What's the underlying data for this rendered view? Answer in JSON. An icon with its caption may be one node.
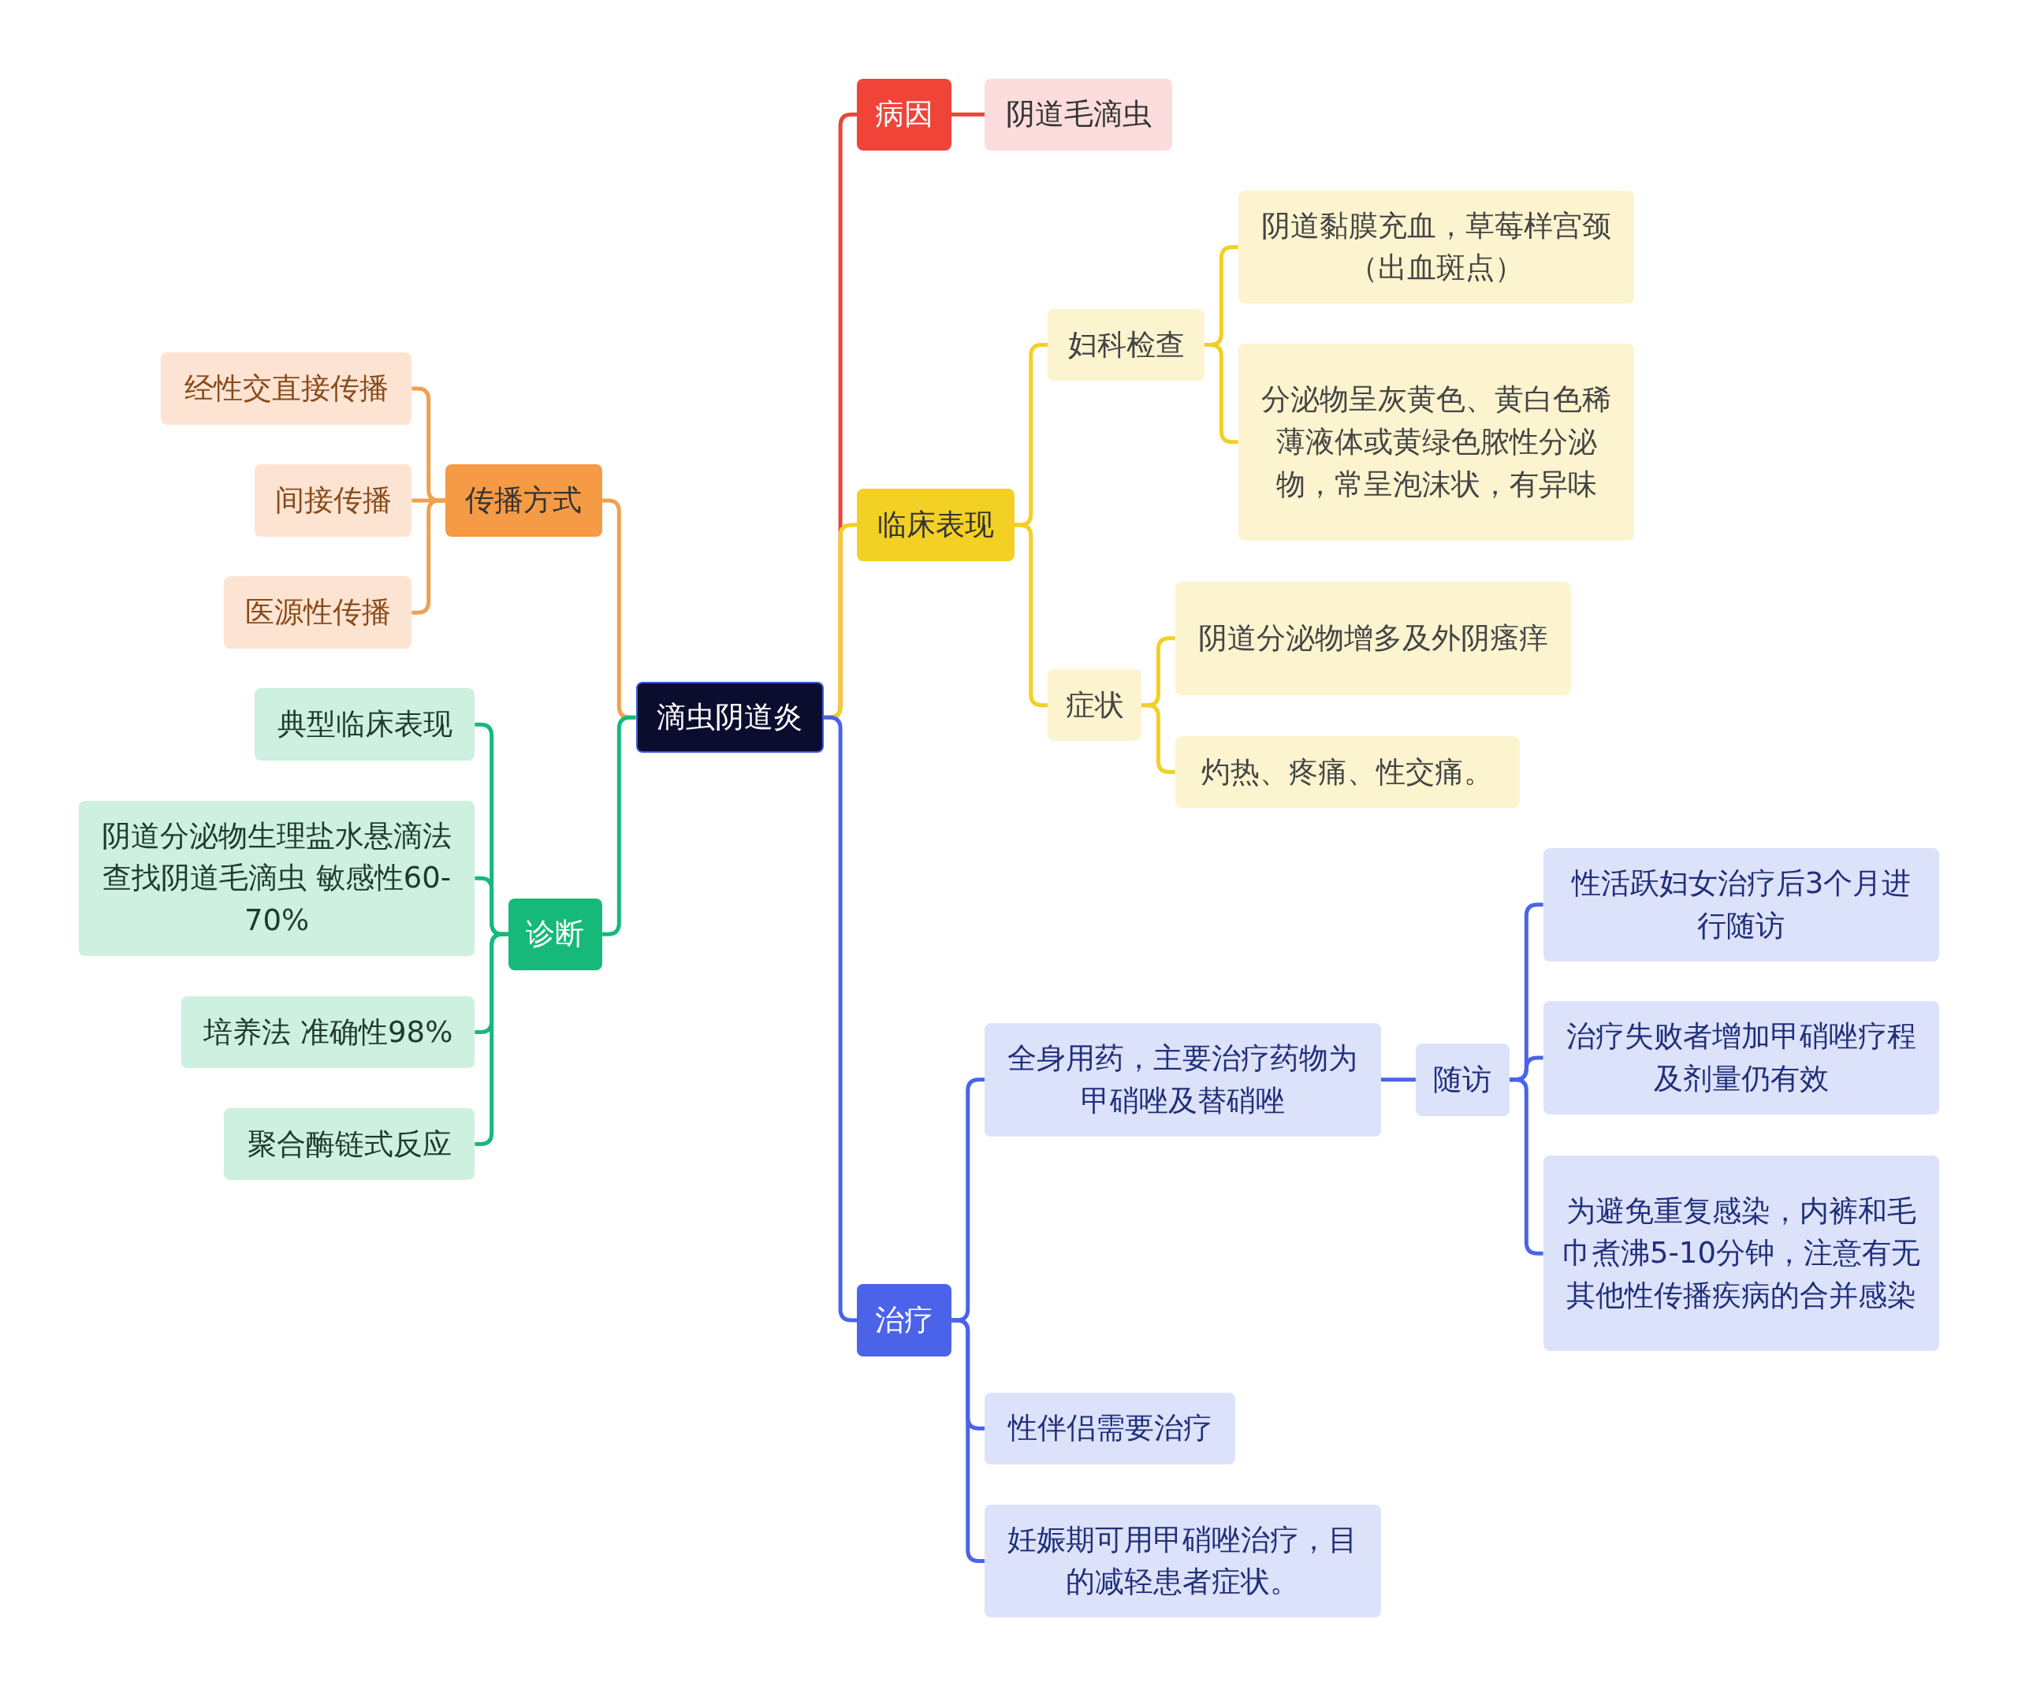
{
  "diagram": {
    "nodes": [
      {
        "text": [
          "滴虫阴道炎"
        ]
      },
      {
        "text": [
          "病因"
        ]
      },
      {
        "text": [
          "阴道毛滴虫"
        ]
      },
      {
        "text": [
          "临床表现"
        ]
      },
      {
        "text": [
          "妇科检查"
        ]
      },
      {
        "text": [
          "阴道黏膜充血，草莓样宫颈（出血斑点）"
        ]
      },
      {
        "text": [
          "分泌物呈灰黄色、黄白色稀薄液体或黄绿色脓性分泌物，常呈泡沫状，有异味"
        ]
      },
      {
        "text": [
          "症状"
        ]
      },
      {
        "text": [
          "阴道分泌物增多及外阴瘙痒"
        ]
      },
      {
        "text": [
          "灼热、疼痛、性交痛。"
        ]
      },
      {
        "text": [
          "治疗"
        ]
      },
      {
        "text": [
          "全身用药，主要治疗药物为甲硝唑及替硝唑"
        ]
      },
      {
        "text": [
          "随访"
        ]
      },
      {
        "text": [
          "性活跃妇女治疗后3个月进行随访"
        ]
      },
      {
        "text": [
          "治疗失败者增加甲硝唑疗程及剂量仍有效"
        ]
      },
      {
        "text": [
          "为避免重复感染，内裤和毛巾煮沸5-10分钟，注意有无其他性传播疾病的合并感染"
        ]
      },
      {
        "text": [
          "性伴侣需要治疗"
        ]
      },
      {
        "text": [
          "妊娠期可用甲硝唑治疗，目的减轻患者症状。"
        ]
      },
      {
        "text": [
          "传播方式"
        ]
      },
      {
        "text": [
          "经性交直接传播"
        ]
      },
      {
        "text": [
          "间接传播"
        ]
      },
      {
        "text": [
          "医源性传播"
        ]
      },
      {
        "text": [
          "诊断"
        ]
      },
      {
        "text": [
          "典型临床表现"
        ]
      },
      {
        "text": [
          "阴道分泌物生理盐水悬滴法查找阴道毛滴虫 敏感性60-70%"
        ]
      },
      {
        "text": [
          "培养法 准确性98%"
        ]
      },
      {
        "text": [
          "聚合酶链式反应"
        ]
      }
    ],
    "edges": [
      {
        "from": 0,
        "to": 1,
        "arrow": "none",
        "color": "#e8463a"
      },
      {
        "from": 1,
        "to": 2,
        "arrow": "none",
        "color": "#e8463a"
      },
      {
        "from": 0,
        "to": 3,
        "arrow": "none",
        "color": "#f2d024"
      },
      {
        "from": 3,
        "to": 4,
        "arrow": "none",
        "color": "#f2d024"
      },
      {
        "from": 4,
        "to": 5,
        "arrow": "none",
        "color": "#f2d024"
      },
      {
        "from": 4,
        "to": 6,
        "arrow": "none",
        "color": "#f2d024"
      },
      {
        "from": 3,
        "to": 7,
        "arrow": "none",
        "color": "#f2d024"
      },
      {
        "from": 7,
        "to": 8,
        "arrow": "none",
        "color": "#f2d024"
      },
      {
        "from": 7,
        "to": 9,
        "arrow": "none",
        "color": "#f2d024"
      },
      {
        "from": 0,
        "to": 10,
        "arrow": "none"
      },
      {
        "from": 10,
        "to": 11,
        "arrow": "none"
      },
      {
        "from": 11,
        "to": 12,
        "arrow": "none"
      },
      {
        "from": 12,
        "to": 13,
        "arrow": "none"
      },
      {
        "from": 12,
        "to": 14,
        "arrow": "none"
      },
      {
        "from": 12,
        "to": 15,
        "arrow": "none"
      },
      {
        "from": 10,
        "to": 16,
        "arrow": "none"
      },
      {
        "from": 10,
        "to": 17,
        "arrow": "none"
      },
      {
        "from": 0,
        "to": 18,
        "arrow": "none",
        "color": "#f0a050"
      },
      {
        "from": 18,
        "to": 19,
        "arrow": "none",
        "color": "#f0a050"
      },
      {
        "from": 18,
        "to": 20,
        "arrow": "none",
        "color": "#f0a050"
      },
      {
        "from": 18,
        "to": 21,
        "arrow": "none",
        "color": "#f0a050"
      },
      {
        "from": 0,
        "to": 22,
        "arrow": "none",
        "color": "#16b97a"
      },
      {
        "from": 22,
        "to": 23,
        "arrow": "none",
        "color": "#16b97a"
      },
      {
        "from": 22,
        "to": 24,
        "arrow": "none",
        "color": "#16b97a"
      },
      {
        "from": 22,
        "to": 25,
        "arrow": "none",
        "color": "#16b97a"
      },
      {
        "from": 22,
        "to": 26,
        "arrow": "none",
        "color": "#16b97a"
      }
    ]
  }
}
